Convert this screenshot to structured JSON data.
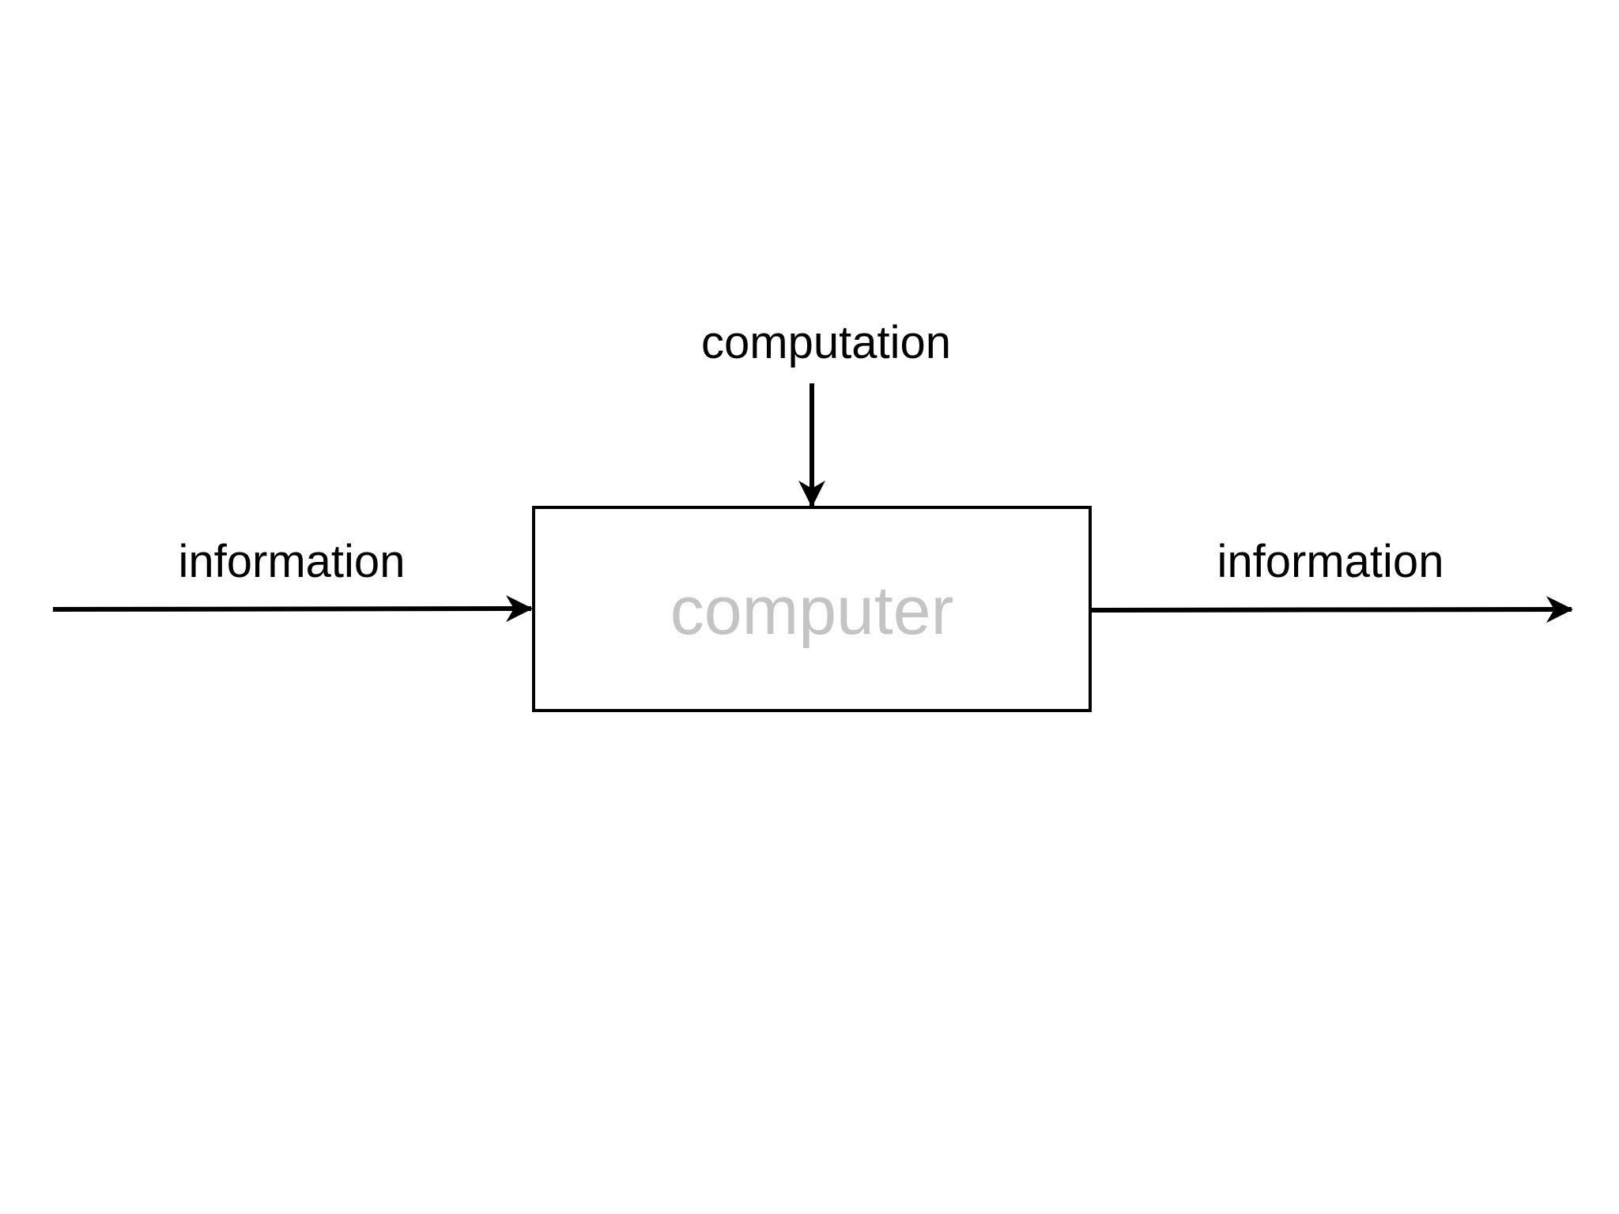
{
  "diagram": {
    "labels": {
      "computation": "computation",
      "input_information": "information",
      "output_information": "information",
      "box": "computer"
    },
    "colors": {
      "stroke": "#000000",
      "box_text": "#c4c4c4",
      "background": "#ffffff"
    }
  }
}
